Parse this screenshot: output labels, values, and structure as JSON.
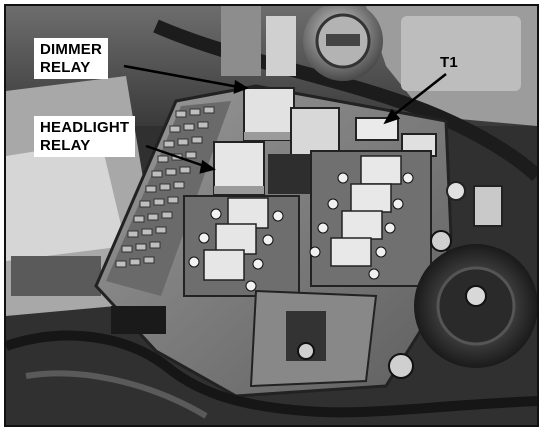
{
  "labels": {
    "dimmer_relay": {
      "line1": "DIMMER",
      "line2": "RELAY"
    },
    "headlight_relay": {
      "line1": "HEADLIGHT",
      "line2": "RELAY"
    },
    "t1": "T1"
  }
}
